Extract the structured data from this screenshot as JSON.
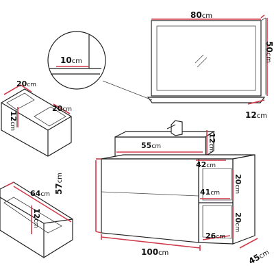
{
  "dimensions": {
    "mirror_width": {
      "value": "80",
      "unit": "cm"
    },
    "mirror_height": {
      "value": "50",
      "unit": "cm"
    },
    "mirror_shelf_depth": {
      "value": "12",
      "unit": "cm"
    },
    "mirror_shelf_detail": {
      "value": "10",
      "unit": "cm"
    },
    "drawer_top_depth_a": {
      "value": "20",
      "unit": "cm"
    },
    "drawer_top_depth_b": {
      "value": "20",
      "unit": "cm"
    },
    "drawer_top_height": {
      "value": "12",
      "unit": "cm"
    },
    "basin_width": {
      "value": "55",
      "unit": "cm"
    },
    "basin_height": {
      "value": "12",
      "unit": "cm"
    },
    "basin_depth": {
      "value": "42",
      "unit": "cm"
    },
    "cabinet_height": {
      "value": "57",
      "unit": "cm"
    },
    "shelf_width": {
      "value": "41",
      "unit": "cm"
    },
    "shelf_height_upper": {
      "value": "20",
      "unit": "cm"
    },
    "shelf_height_lower": {
      "value": "20",
      "unit": "cm"
    },
    "shelf_depth": {
      "value": "26",
      "unit": "cm"
    },
    "cabinet_width": {
      "value": "100",
      "unit": "cm"
    },
    "cabinet_depth": {
      "value": "45",
      "unit": "cm"
    },
    "drawer_bottom_width": {
      "value": "64",
      "unit": "cm"
    },
    "drawer_bottom_height": {
      "value": "12",
      "unit": "cm"
    }
  },
  "colors": {
    "dimension_line": "#d13a4a",
    "outline": "#222222",
    "background": "#ffffff"
  }
}
